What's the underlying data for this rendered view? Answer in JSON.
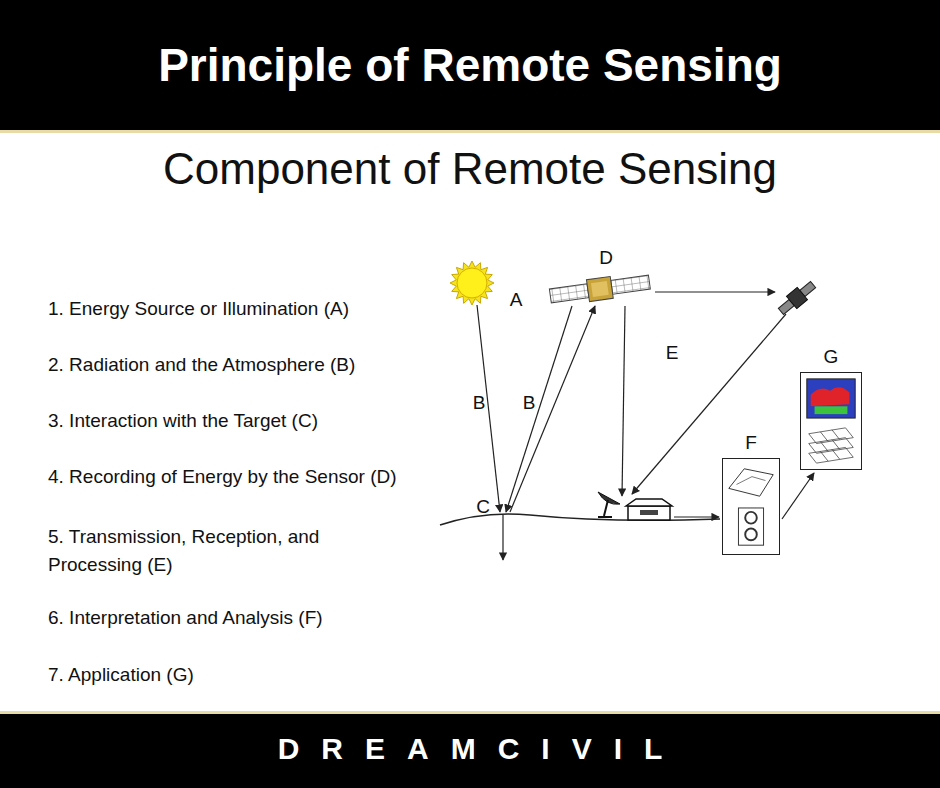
{
  "diagram": {
    "title": "Principle of Remote Sensing",
    "nodes": [
      {
        "text": [
          "F"
        ]
      },
      {
        "text": [
          "G"
        ]
      }
    ],
    "edges": [
      {
        "from": 0,
        "to": 1,
        "arrow": "to"
      }
    ],
    "labels": [
      "Component of Remote Sensing",
      "1. Energy Source or Illumination (A)",
      "2. Radiation and the Atmosphere (B)",
      "3. Interaction with the Target (C)",
      "4. Recording of Energy by the Sensor (D)",
      "5. Transmission, Reception, and Processing (E)",
      "6. Interpretation and Analysis (F)",
      "7. Application (G)",
      "A",
      "D",
      "B",
      "B",
      "C",
      "E",
      "DREAMCIVIL"
    ]
  }
}
